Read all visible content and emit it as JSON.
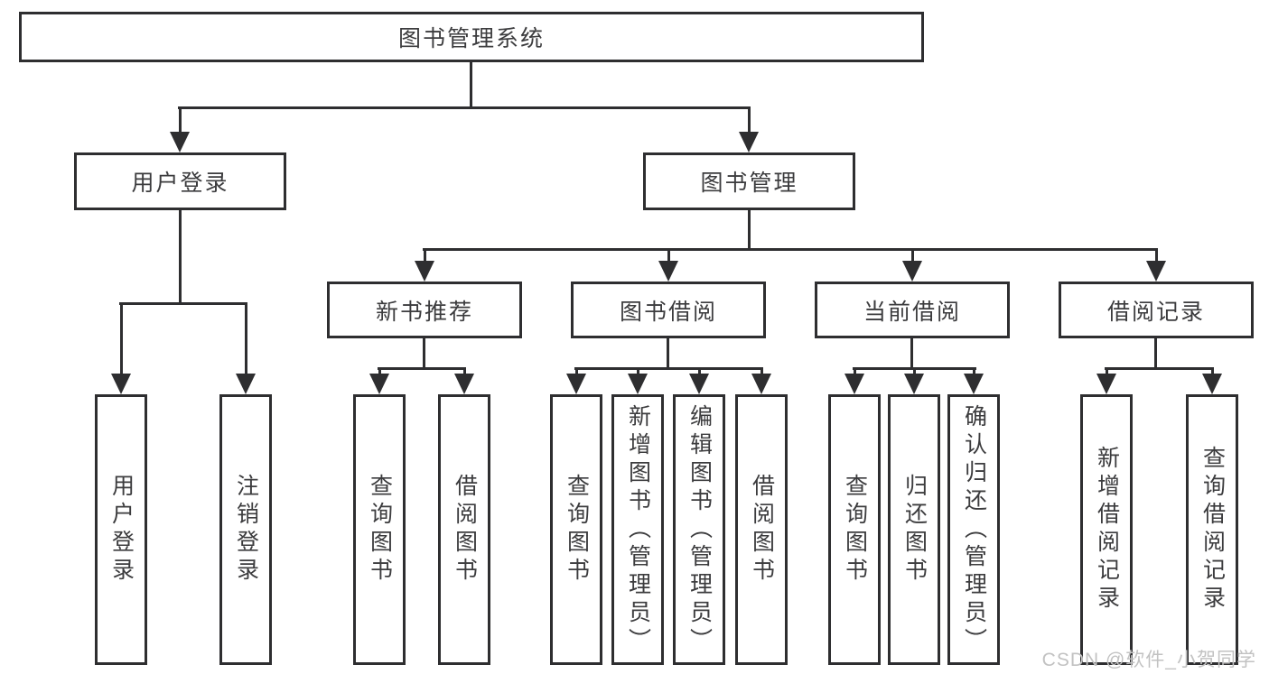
{
  "colors": {
    "line": "#2e2e30",
    "text": "#3c3c3e",
    "background": "#ffffff",
    "watermark": "#c2c2c2"
  },
  "watermark": "CSDN @软件_小贺同学",
  "tree": {
    "root": {
      "label": "图书管理系统"
    },
    "branches": [
      {
        "label": "用户登录",
        "children": [
          {
            "label": "用户登录"
          },
          {
            "label": "注销登录"
          }
        ]
      },
      {
        "label": "图书管理",
        "children": [
          {
            "label": "新书推荐",
            "children": [
              {
                "label": "查询图书"
              },
              {
                "label": "借阅图书"
              }
            ]
          },
          {
            "label": "图书借阅",
            "children": [
              {
                "label": "查询图书"
              },
              {
                "label": "新增图书（管理员）"
              },
              {
                "label": "编辑图书（管理员）"
              },
              {
                "label": "借阅图书"
              }
            ]
          },
          {
            "label": "当前借阅",
            "children": [
              {
                "label": "查询图书"
              },
              {
                "label": "归还图书"
              },
              {
                "label": "确认归还（管理员）"
              }
            ]
          },
          {
            "label": "借阅记录",
            "children": [
              {
                "label": "新增借阅记录"
              },
              {
                "label": "查询借阅记录"
              }
            ]
          }
        ]
      }
    ]
  }
}
